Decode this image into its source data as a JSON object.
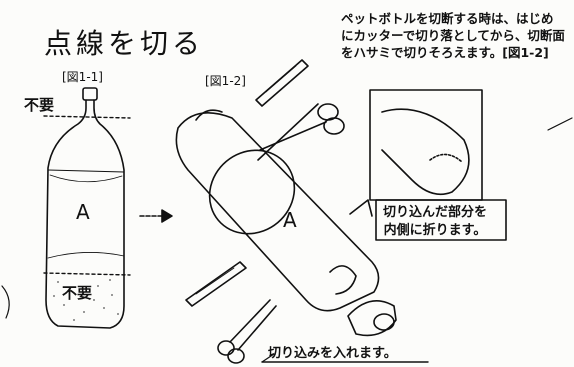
{
  "title": "点線を切る",
  "figure_labels": [
    "[図1-1]",
    "[図1-2]"
  ],
  "instruction": "ペットボトルを切断する時は、はじめにカッターで切り落としてから、切断面をハサミで切りそろえます。[図1-2]",
  "bottle_labels": {
    "unneeded_top": "不要",
    "unneeded_bottom": "不要",
    "part_a_left": "A",
    "part_a_right": "A"
  },
  "fold_note": [
    "切り込んだ部分を",
    "内側に折ります。"
  ],
  "cut_note": "切り込みを入れます。",
  "icons": [
    "plastic-bottle-icon",
    "arrow-icon",
    "scissors-icon",
    "cutter-knife-icon",
    "bottle-cap-icon"
  ]
}
